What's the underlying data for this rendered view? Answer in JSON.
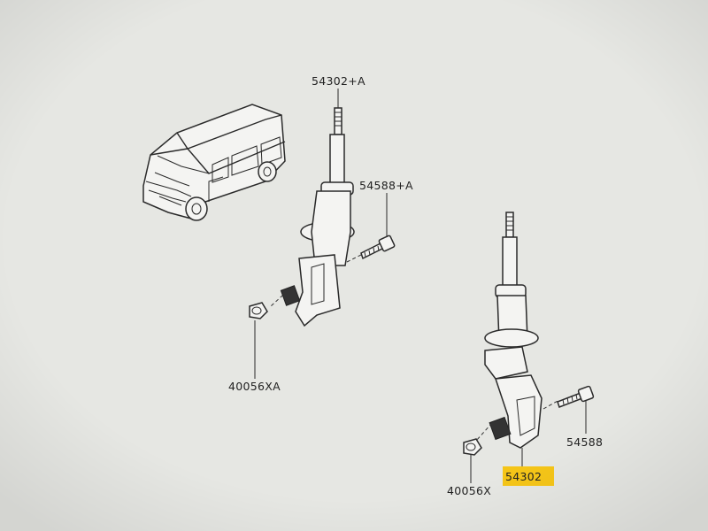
{
  "parts": [
    {
      "id": "strut-assembly-upper",
      "label": "54302+A",
      "highlight": false
    },
    {
      "id": "bolt-upper",
      "label": "54588+A",
      "highlight": false
    },
    {
      "id": "nut-upper",
      "label": "40056XA",
      "highlight": false
    },
    {
      "id": "bolt-lower",
      "label": "54588",
      "highlight": false
    },
    {
      "id": "strut-assembly-lower",
      "label": "54302",
      "highlight": true
    },
    {
      "id": "nut-lower",
      "label": "40056X",
      "highlight": false
    }
  ],
  "colors": {
    "background": "#e6e7e3",
    "line": "#2a2a2a",
    "highlight": "#f5c518"
  }
}
